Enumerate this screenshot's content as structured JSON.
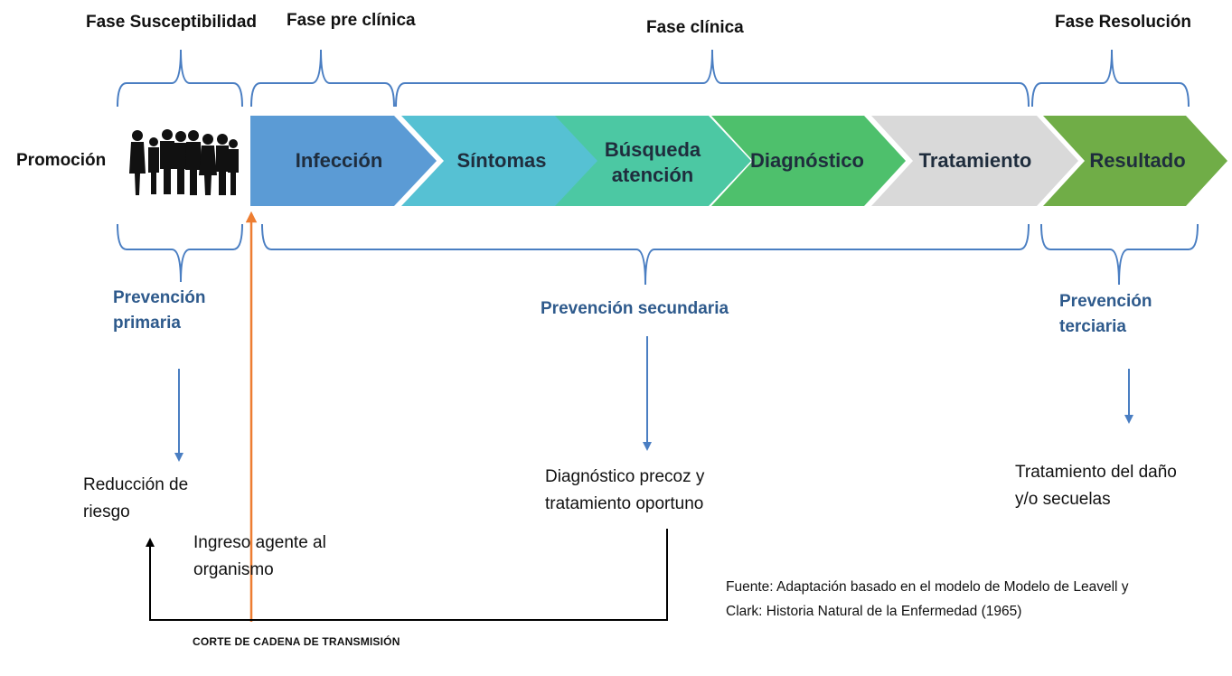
{
  "phases": {
    "susceptibility": "Fase Susceptibilidad",
    "preclinical": "Fase pre clínica",
    "clinical": "Fase clínica",
    "resolution": "Fase Resolución"
  },
  "promotion": "Promoción",
  "stages": [
    {
      "label": "Infección",
      "color": "#5b9bd5",
      "text_color": "#1f2d3d"
    },
    {
      "label": "Síntomas",
      "color": "#56c1d3",
      "text_color": "#1f2d3d"
    },
    {
      "label_line1": "Búsqueda",
      "label_line2": "atención",
      "color": "#4cc8a3",
      "text_color": "#1f2d3d"
    },
    {
      "label": "Diagnóstico",
      "color": "#4ec06c",
      "text_color": "#1f2d3d"
    },
    {
      "label": "Tratamiento",
      "color": "#d9d9d9",
      "text_color": "#1f2d3d"
    },
    {
      "label": "Resultado",
      "color": "#70ad47",
      "text_color": "#1f2d3d"
    }
  ],
  "prevention": {
    "primary_line1": "Prevención",
    "primary_line2": "primaria",
    "secondary": "Prevención secundaria",
    "tertiary_line1": "Prevención",
    "tertiary_line2": "terciaria"
  },
  "outcomes": {
    "risk_line1": "Reducción de",
    "risk_line2": "riesgo",
    "early_line1": "Diagnóstico precoz y",
    "early_line2": "tratamiento oportuno",
    "damage_line1": "Tratamiento del daño",
    "damage_line2": "y/o secuelas"
  },
  "agent_entry_line1": "Ingreso agente al",
  "agent_entry_line2": "organismo",
  "chain_cut": "CORTE DE CADENA DE TRANSMISIÓN",
  "source_line1": "Fuente: Adaptación basado en el modelo de Modelo de Leavell y",
  "source_line2": "Clark: Historia Natural de la Enfermedad (1965)",
  "colors": {
    "brace": "#4a7ec2",
    "prevention_text": "#2e5a8c",
    "blue_arrow": "#4a7ec2",
    "orange_arrow": "#ed7d31",
    "black_line": "#000000"
  },
  "icons": {
    "people": "people-silhouettes-icon"
  }
}
